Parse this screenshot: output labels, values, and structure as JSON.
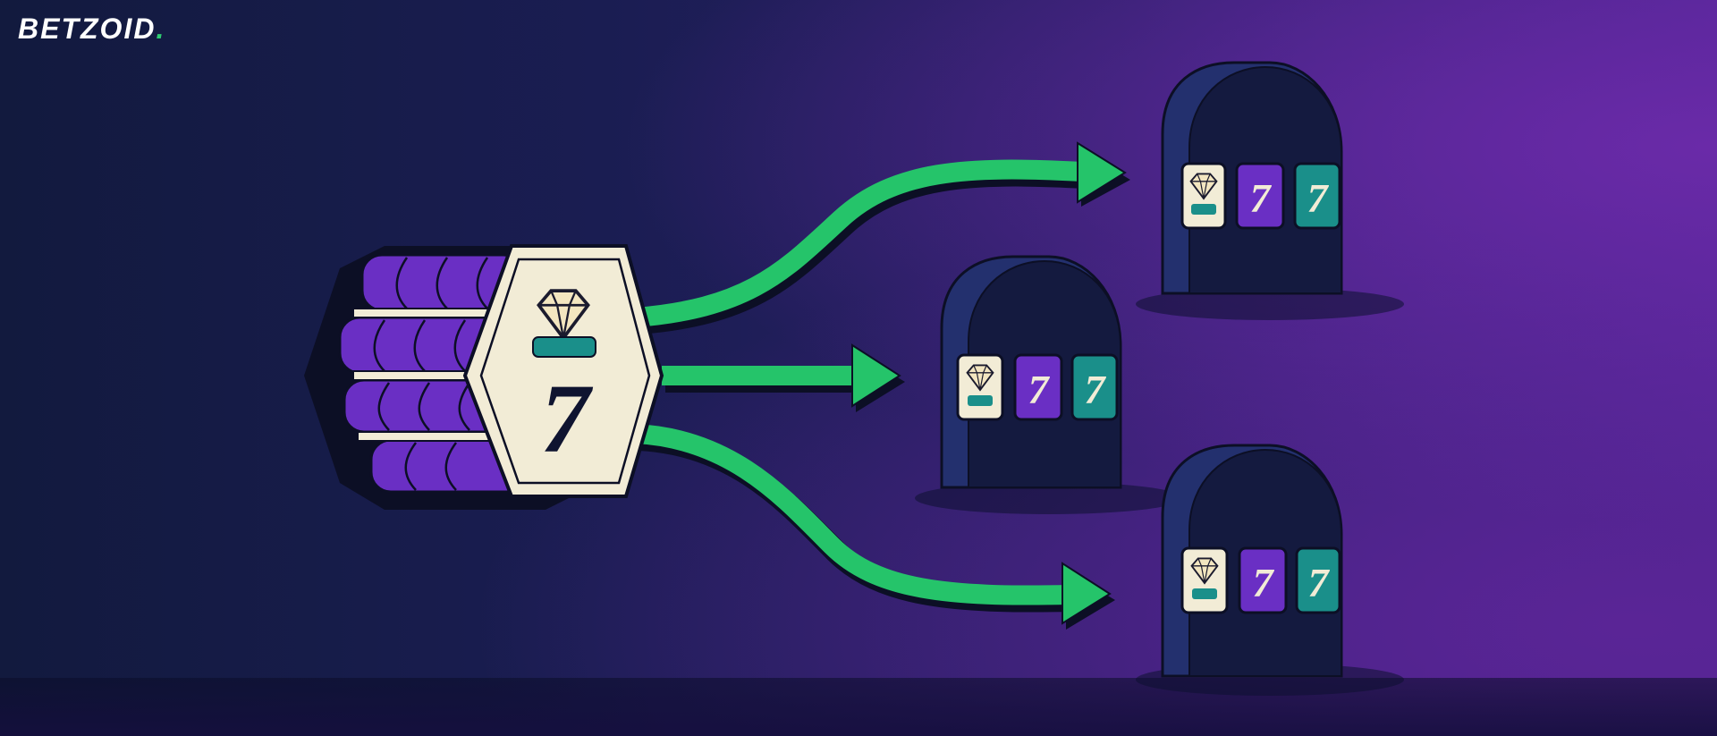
{
  "brand": {
    "name": "BETZOID",
    "dot": ".",
    "accent": "#2ecc71"
  },
  "colors": {
    "arrow": "#25c46a",
    "reel_purple": "#6a2fc4",
    "reel_teal": "#1a8f8a",
    "cream": "#f2ecd6",
    "ink": "#0f1430"
  },
  "center_reel": {
    "symbols": [
      "diamond-icon",
      "7"
    ]
  },
  "machines": [
    {
      "id": "top",
      "reels": [
        "diamond",
        "7",
        "7"
      ]
    },
    {
      "id": "middle",
      "reels": [
        "diamond",
        "7",
        "7"
      ]
    },
    {
      "id": "bottom",
      "reels": [
        "diamond",
        "7",
        "7"
      ]
    }
  ]
}
